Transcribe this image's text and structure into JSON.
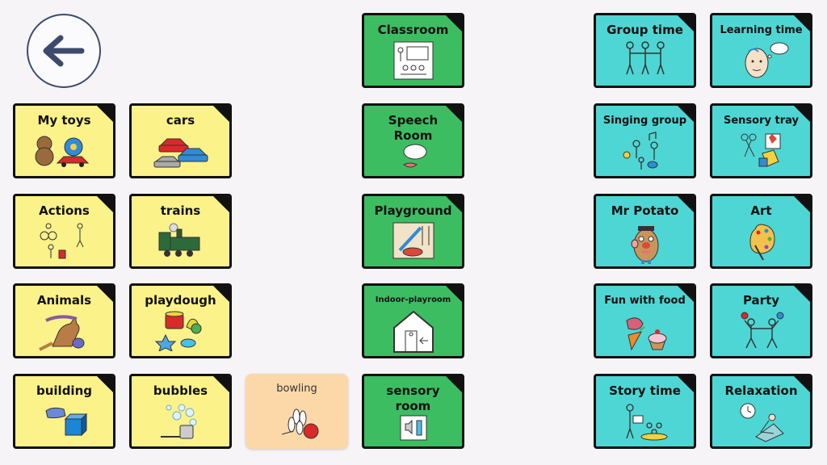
{
  "back_button": {
    "icon": "arrow-left-icon"
  },
  "colors": {
    "yellow": "#fbf28a",
    "green": "#3dbd62",
    "teal": "#4ed6d4",
    "peach": "#fcd8a8"
  },
  "tiles": {
    "my_toys": "My toys",
    "cars": "cars",
    "actions": "Actions",
    "trains": "trains",
    "animals": "Animals",
    "playdough": "playdough",
    "building": "building",
    "bubbles": "bubbles",
    "bowling": "bowling",
    "classroom": "Classroom",
    "speech_room": "Speech\nRoom",
    "playground": "Playground",
    "indoor_playroom": "Indoor-playroom",
    "sensory_room": "sensory\nroom",
    "group_time": "Group time",
    "learning_time": "Learning time",
    "singing_group": "Singing group",
    "sensory_tray": "Sensory tray",
    "mr_potato": "Mr Potato",
    "art": "Art",
    "fun_with_food": "Fun with food",
    "party": "Party",
    "story_time": "Story time",
    "relaxation": "Relaxation"
  }
}
